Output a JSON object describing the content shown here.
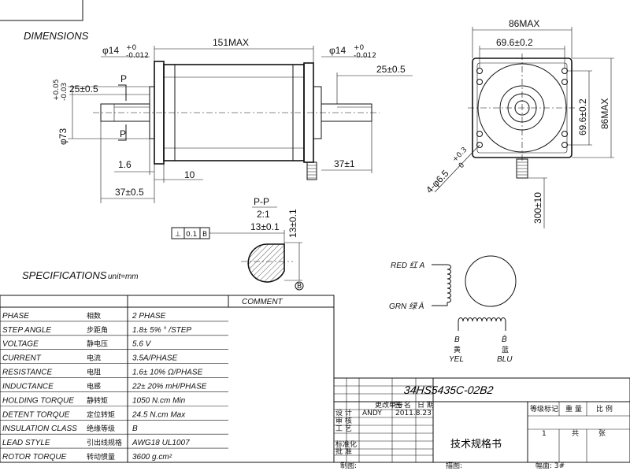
{
  "headings": {
    "dimensions": "DIMENSIONS",
    "specifications": "SPECIFICATIONS",
    "unit": "unit=mm",
    "comment": "COMMENT"
  },
  "front_view": {
    "length": "151MAX",
    "left_shaft_dia": "φ14",
    "left_shaft_tol_upper": "+0",
    "left_shaft_tol_lower": "-0.012",
    "right_shaft_dia": "φ14",
    "right_shaft_tol_upper": "+0",
    "right_shaft_tol_lower": "-0.012",
    "flat_left": "25±0.5",
    "flat_right": "25±0.5",
    "pilot_dia": "φ73",
    "pilot_tol_upper": "+0.05",
    "pilot_tol_lower": "-0.03",
    "flange": "1.6",
    "rear": "10",
    "shaft_left": "37±0.5",
    "shaft_right": "37±1",
    "section_mark": "P"
  },
  "end_view": {
    "overall_width": "86MAX",
    "hole_pitch_h": "69.6±0.2",
    "hole_pitch_v": "69.6±0.2",
    "overall_height": "86MAX",
    "holes": "4-φ6.5",
    "holes_tol_upper": "+0.3",
    "holes_tol_lower": "0",
    "lead_length": "300±10"
  },
  "section": {
    "title": "P-P",
    "scale": "2:1",
    "flat_width": "13±0.1",
    "flat_depth": "13±0.1",
    "datum": "B",
    "tolerance_frame": [
      "⊥",
      "0.1",
      "B"
    ]
  },
  "wiring": {
    "red": "RED 红 A",
    "grn": "GRN 绿 Ā",
    "yel_letter": "B",
    "yel_cn": "黄",
    "yel": "YEL",
    "blu_letter": "B̄",
    "blu_cn": "蓝",
    "blu": "BLU"
  },
  "specs": [
    {
      "en": "PHASE",
      "cn": "相数",
      "value": "2 PHASE"
    },
    {
      "en": "STEP ANGLE",
      "cn": "步距角",
      "value": "1.8± 5% ° /STEP"
    },
    {
      "en": "VOLTAGE",
      "cn": "静电压",
      "value": "5.6 V"
    },
    {
      "en": "CURRENT",
      "cn": "电流",
      "value": "3.5A/PHASE"
    },
    {
      "en": "RESISTANCE",
      "cn": "电阻",
      "value": "1.6± 10% Ω/PHASE"
    },
    {
      "en": "INDUCTANCE",
      "cn": "电感",
      "value": "22± 20% mH/PHASE"
    },
    {
      "en": "HOLDING TORQUE",
      "cn": "静转矩",
      "value": "1050 N.cm Min"
    },
    {
      "en": "DETENT TORQUE",
      "cn": "定位转矩",
      "value": "24.5 N.cm Max"
    },
    {
      "en": "INSULATION CLASS",
      "cn": "绝缘等级",
      "value": "B"
    },
    {
      "en": "LEAD STYLE",
      "cn": "引出线规格",
      "value": "AWG18 UL1007"
    },
    {
      "en": "ROTOR TORQUE",
      "cn": "转动惯量",
      "value": "3600 g.cm²"
    }
  ],
  "title_block": {
    "part_number": "34HS5435C-02B2",
    "doc_title": "技术规格书",
    "col_change_no": "更改单号",
    "col_sign": "签 名",
    "col_date": "日 期",
    "row_design": "设 计",
    "designer": "ANDY",
    "design_date": "2011.8.23",
    "row_review": "审 核",
    "row_process": "工 艺",
    "row_standard": "标准化",
    "row_approve": "批 准",
    "stage_mark": "等级标记",
    "weight": "重 量",
    "ratio": "比 例",
    "sheet_no": "1",
    "sheet_total": "共",
    "sheets": "张",
    "drawn_by": "制图:",
    "traced_by": "描图:",
    "format": "幅面: 3#"
  }
}
